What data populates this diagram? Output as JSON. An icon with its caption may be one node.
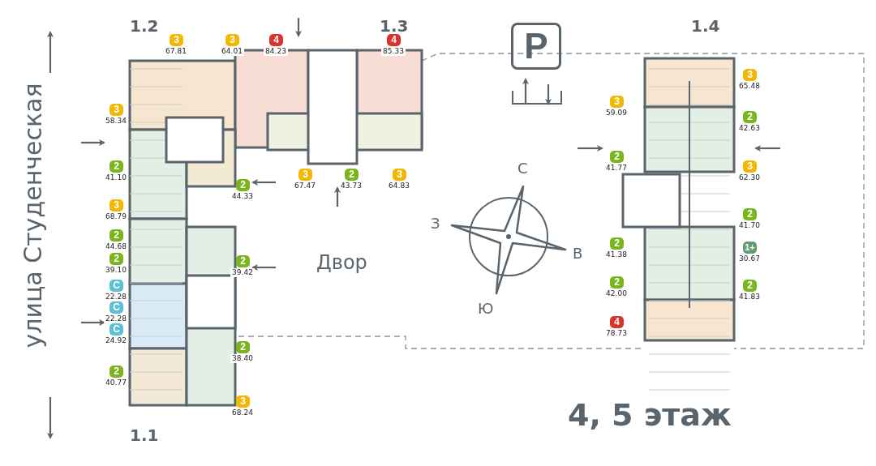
{
  "diagram": {
    "nodes": [
      {
        "text": [
          "P"
        ]
      },
      {
        "text": [
          "3"
        ],
        "beside": [
          "67.81"
        ]
      },
      {
        "text": [
          "3"
        ],
        "beside": [
          "64.01"
        ]
      },
      {
        "text": [
          "4"
        ],
        "beside": [
          "84.23"
        ]
      },
      {
        "text": [
          "4"
        ],
        "beside": [
          "85.33"
        ]
      },
      {
        "text": [
          "3"
        ],
        "beside": [
          "58.34"
        ]
      },
      {
        "text": [
          "2"
        ],
        "beside": [
          "41.10"
        ]
      },
      {
        "text": [
          "3"
        ],
        "beside": [
          "68.79"
        ]
      },
      {
        "text": [
          "2"
        ],
        "beside": [
          "44.68"
        ]
      },
      {
        "text": [
          "2"
        ],
        "beside": [
          "39.10"
        ]
      },
      {
        "text": [
          "С"
        ],
        "beside": [
          "22.28"
        ]
      },
      {
        "text": [
          "С"
        ],
        "beside": [
          "22.28"
        ]
      },
      {
        "text": [
          "С"
        ],
        "beside": [
          "24.92"
        ]
      },
      {
        "text": [
          "2"
        ],
        "beside": [
          "40.77"
        ]
      },
      {
        "text": [
          "2"
        ],
        "beside": [
          "44.33"
        ]
      },
      {
        "text": [
          "3"
        ],
        "beside": [
          "67.47"
        ]
      },
      {
        "text": [
          "2"
        ],
        "beside": [
          "43.73"
        ]
      },
      {
        "text": [
          "3"
        ],
        "beside": [
          "64.83"
        ]
      },
      {
        "text": [
          "2"
        ],
        "beside": [
          "39.42"
        ]
      },
      {
        "text": [
          "2"
        ],
        "beside": [
          "38.40"
        ]
      },
      {
        "text": [
          "3"
        ],
        "beside": [
          "68.24"
        ]
      },
      {
        "text": [
          "3"
        ],
        "beside": [
          "59.09"
        ]
      },
      {
        "text": [
          "2"
        ],
        "beside": [
          "41.77"
        ]
      },
      {
        "text": [
          "2"
        ],
        "beside": [
          "41.38"
        ]
      },
      {
        "text": [
          "2"
        ],
        "beside": [
          "42.00"
        ]
      },
      {
        "text": [
          "4"
        ],
        "beside": [
          "78.73"
        ]
      },
      {
        "text": [
          "3"
        ],
        "beside": [
          "65.48"
        ]
      },
      {
        "text": [
          "2"
        ],
        "beside": [
          "42.63"
        ]
      },
      {
        "text": [
          "3"
        ],
        "beside": [
          "62.30"
        ]
      },
      {
        "text": [
          "2"
        ],
        "beside": [
          "41.70"
        ]
      },
      {
        "text": [
          "1+"
        ],
        "beside": [
          "30.67"
        ]
      },
      {
        "text": [
          "2"
        ],
        "beside": [
          "41.83"
        ]
      }
    ],
    "labels": [
      "улица Студенческая",
      "1.2",
      "1.3",
      "1.4",
      "Двор",
      "С",
      "З",
      "В",
      "Ю",
      "1.1",
      "4, 5 этаж"
    ]
  }
}
